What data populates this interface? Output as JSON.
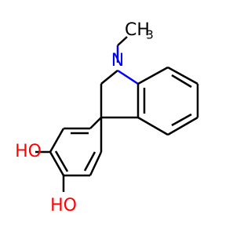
{
  "molecule": {
    "atoms": {
      "n": {
        "label": "N",
        "color": "#0000ff"
      },
      "methyl": {
        "label": "CH",
        "subscript": "3",
        "color": "#000000"
      },
      "oh_left": {
        "label": "HO",
        "color": "#ff0000"
      },
      "oh_bottom": {
        "label": "HO",
        "color": "#ff0000"
      }
    }
  }
}
